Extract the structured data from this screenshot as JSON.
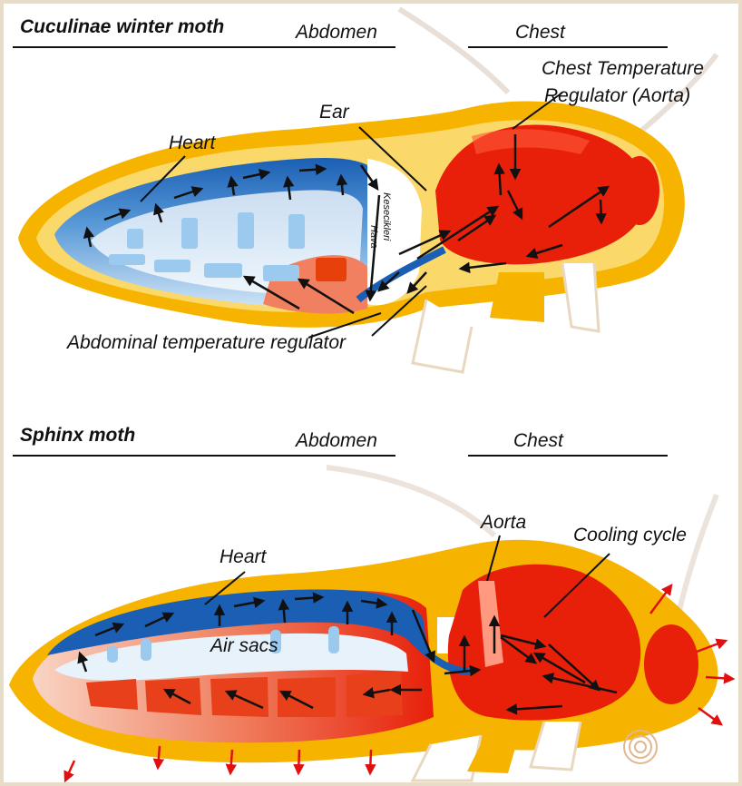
{
  "top": {
    "title": "Cuculinae winter moth",
    "abdomen": "Abdomen",
    "chest": "Chest",
    "chest_regulator_line1": "Chest Temperature",
    "chest_regulator_line2": "Regulator (Aorta)",
    "ear": "Ear",
    "heart": "Heart",
    "air_sacs_line1": "Hava",
    "air_sacs_line2": "Kesecikleri",
    "abdominal_regulator": "Abdominal temperature regulator"
  },
  "bottom": {
    "title": "Sphinx moth",
    "abdomen": "Abdomen",
    "chest": "Chest",
    "aorta": "Aorta",
    "cooling_cycle": "Cooling cycle",
    "heart": "Heart",
    "air_sacs": "Air sacs"
  },
  "colors": {
    "frame": "#e6dcc8",
    "halo": "#f6b400",
    "halo_light": "#fbd86a",
    "blue_dark": "#1a5fb4",
    "blue_light": "#9cc9ee",
    "red": "#e8200a",
    "red_light": "#f08060",
    "arrow_black": "#111111",
    "arrow_red": "#e01010"
  }
}
